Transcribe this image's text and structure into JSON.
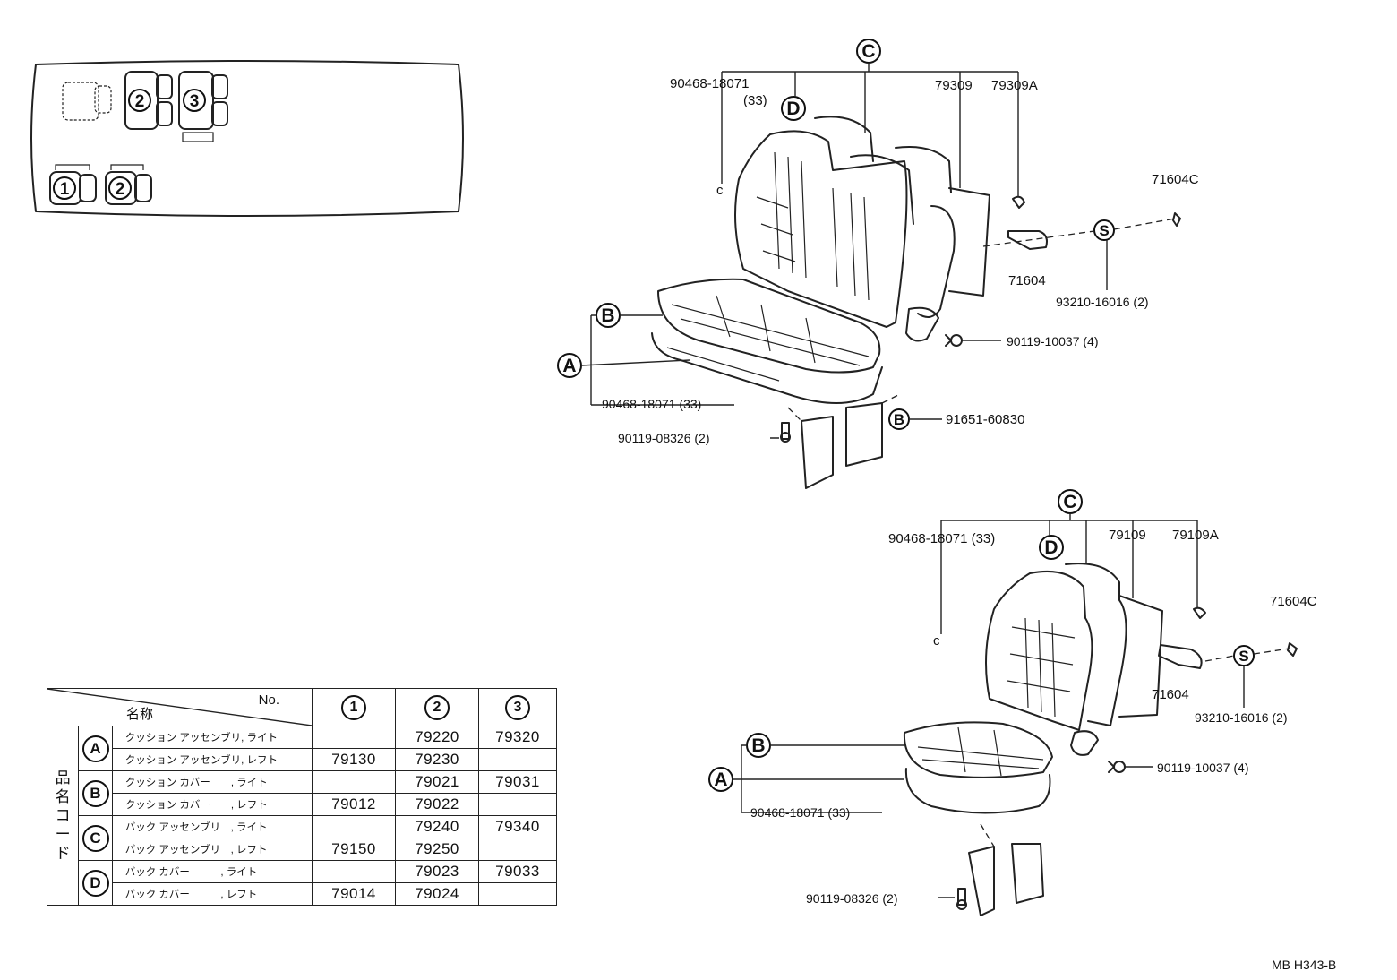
{
  "drawing_id": "MB H343-B",
  "callouts": {
    "A": "A",
    "B": "B",
    "C": "C",
    "D": "D",
    "S": "S"
  },
  "legend_numbers": [
    "1",
    "2",
    "3",
    "1",
    "2"
  ],
  "upper_assembly": {
    "p_90468_top": "90468-18071",
    "p_90468_top_qty": "(33)",
    "p_79309": "79309",
    "p_79309A": "79309A",
    "p_71604C": "71604C",
    "p_71604": "71604",
    "p_93210": "93210-16016 (2)",
    "p_90119_10037": "90119-10037 (4)",
    "p_90468_bottom": "90468-18071 (33)",
    "p_91651": "91651-60830",
    "p_90119_08326": "90119-08326 (2)"
  },
  "lower_assembly": {
    "p_90468_top": "90468-18071 (33)",
    "p_79109": "79109",
    "p_79109A": "79109A",
    "p_71604C": "71604C",
    "p_71604": "71604",
    "p_93210": "93210-16016 (2)",
    "p_90119_10037": "90119-10037 (4)",
    "p_90468_bottom": "90468-18071 (33)",
    "p_90119_08326": "90119-08326 (2)"
  },
  "table": {
    "header_no": "No.",
    "header_name": "名称",
    "vertical_label": [
      "品",
      "名",
      "コ",
      "ー",
      "ド"
    ],
    "columns": [
      "1",
      "2",
      "3"
    ],
    "groups": [
      {
        "code": "A",
        "rows": [
          {
            "name": "クッション アッセンブリ, ライト",
            "v1": "",
            "v2": "79220",
            "v3": "79320"
          },
          {
            "name": "クッション アッセンブリ, レフト",
            "v1": "79130",
            "v2": "79230",
            "v3": ""
          }
        ]
      },
      {
        "code": "B",
        "rows": [
          {
            "name": "クッション カバー　　, ライト",
            "v1": "",
            "v2": "79021",
            "v3": "79031"
          },
          {
            "name": "クッション カバー　　, レフト",
            "v1": "79012",
            "v2": "79022",
            "v3": ""
          }
        ]
      },
      {
        "code": "C",
        "rows": [
          {
            "name": "バック アッセンブリ　, ライト",
            "v1": "",
            "v2": "79240",
            "v3": "79340"
          },
          {
            "name": "バック アッセンブリ　, レフト",
            "v1": "79150",
            "v2": "79250",
            "v3": ""
          }
        ]
      },
      {
        "code": "D",
        "rows": [
          {
            "name": "バック カバー　　　, ライト",
            "v1": "",
            "v2": "79023",
            "v3": "79033"
          },
          {
            "name": "バック カバー　　　, レフト",
            "v1": "79014",
            "v2": "79024",
            "v3": ""
          }
        ]
      }
    ]
  }
}
